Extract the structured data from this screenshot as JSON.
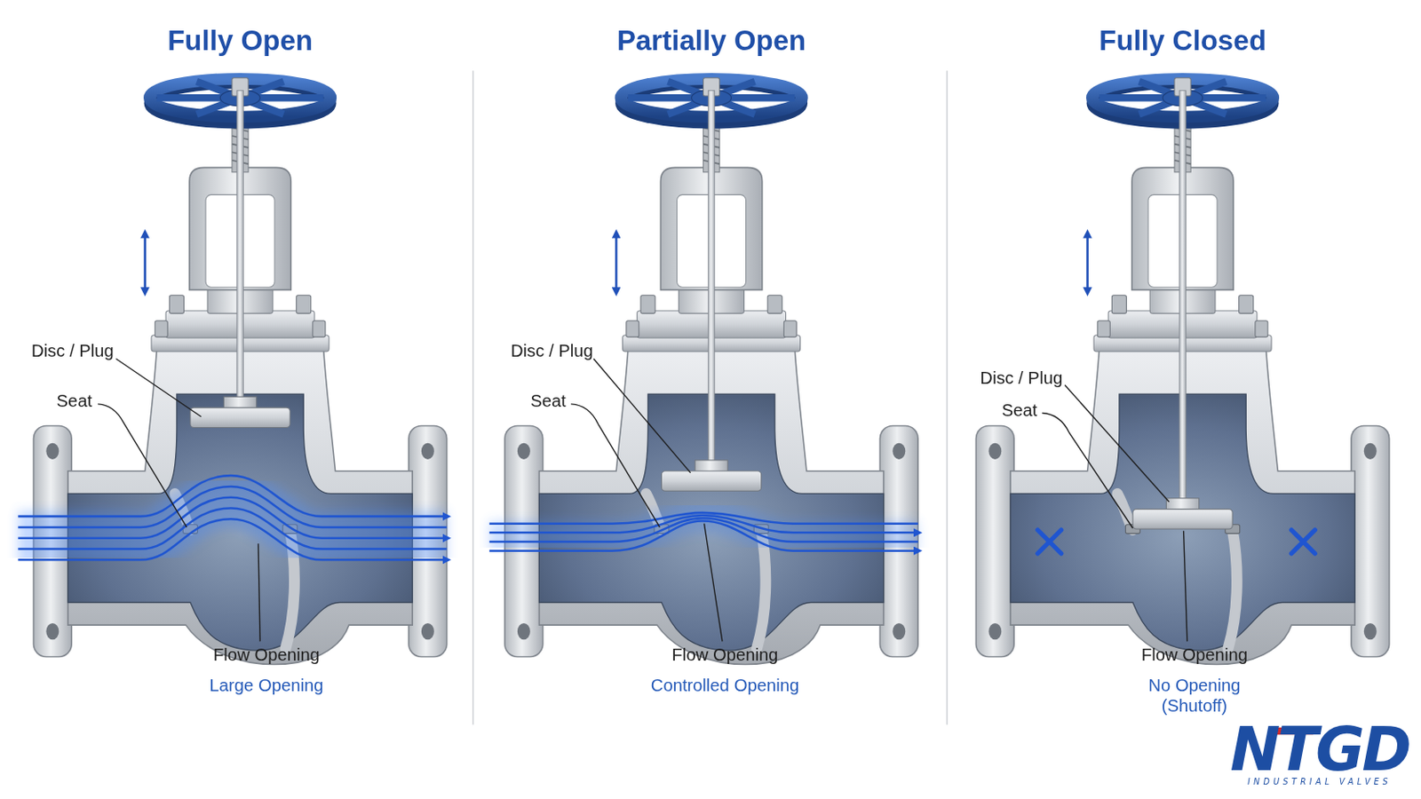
{
  "diagram": {
    "labels": [
      "Fully Open",
      "Partially Open",
      "Fully Closed",
      "Disc / Plug",
      "Seat",
      "Flow Opening",
      "Large Opening",
      "Disc / Plug",
      "Seat",
      "Flow Opening",
      "Controlled Opening",
      "Disc / Plug",
      "Seat",
      "Flow Opening",
      "No Opening (Shutoff)",
      "NTGD",
      "INDUSTRIAL VALVES"
    ]
  }
}
